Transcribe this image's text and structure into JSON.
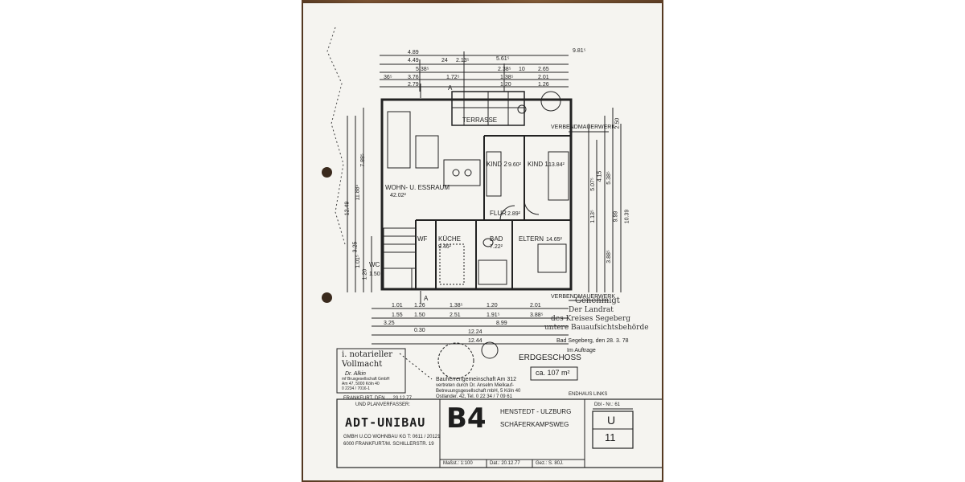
{
  "top_dims": {
    "overall_right": "9.81⁵",
    "row1": [
      "4.89",
      "5.61⁵"
    ],
    "row2": [
      "4.49",
      "24",
      "2.13⁵"
    ],
    "row3": [
      "5.38⁵",
      "2.38⁵",
      "10",
      "2.65"
    ],
    "row4": [
      "36⁵",
      "3.76",
      "1.72⁵",
      "1.38⁵",
      "2.01"
    ],
    "row5": [
      "2.79",
      "1.20",
      "1.26"
    ]
  },
  "rooms": {
    "terrasse": "TERRASSE",
    "wohn": "WOHN- U. ESSRAUM",
    "wohn_area": "42.02²",
    "kind2": "KIND 2",
    "kind2_area": "9.60²",
    "kind1": "KIND 1",
    "kind1_area": "13.84²",
    "flur": "FLUR",
    "flur_area": "2.89²",
    "wf": "WF",
    "kueche": "KÜCHE",
    "kueche_area": "9.46²",
    "bad": "BAD",
    "bad_area": "7.22²",
    "eltern": "ELTERN",
    "eltern_area": "14.65²",
    "wc": "WC"
  },
  "wall_notes": {
    "top": "VERBENDMAUERWERK",
    "bottom": "VERBENDMAUERWERK"
  },
  "section_marks": [
    "A",
    "A"
  ],
  "left_dims": [
    "7.88⁵",
    "11.88⁵",
    "12.49",
    "1.01⁵",
    "1.20",
    "3.25",
    "1.50"
  ],
  "right_dims": [
    "2.50",
    "5.07⁵",
    "4.15",
    "5.38⁵",
    "9.99",
    "10.39",
    "1.13⁵",
    "3.88⁵"
  ],
  "bottom_dims": {
    "row1": [
      "1.01",
      "1.26",
      "1.38⁵",
      "1.20",
      "2.01"
    ],
    "row2": [
      "1.55",
      "1.50",
      "2.51",
      "1.91⁵",
      "3.88⁵"
    ],
    "row3": [
      "3.25",
      "8.99"
    ],
    "row4": "12.24",
    "row5": "12.44",
    "minus": "0.30"
  },
  "approval": {
    "line1": "Genehmigt",
    "line2": "Der Landrat",
    "line3": "des Kreises Segeberg",
    "line4": "untere Bauaufsichtsbehörde",
    "line5": "Bad Segeberg, den 28. 3. 78",
    "line6": "Im Auftrage"
  },
  "floor": {
    "name": "ERDGESCHOSS",
    "area": "ca. 107 m²"
  },
  "builder_block": {
    "line1": "Bauherrengemeinschaft Am 312",
    "line2": "vertreten durch Dr. Anselm Mielkauf-",
    "line3": "Betreuungsgesellschaft mbH, 5 Köln 40",
    "line4": "Ostlander. 42, Tel. 0 22 34 / 7 09 61"
  },
  "endhaus": "ENDHAUS  LINKS",
  "notary": {
    "line1": "i. notarieller",
    "line2": "Vollmacht",
    "line3": "Dr. Alkin",
    "line4": "mf Bruxgesellschaft GmbH",
    "line5": "Am 47, 5000 Köln 40",
    "line6": "0 2234 / 7016-1"
  },
  "city_date": "FRANKFURT, DEN .... 20.12.77",
  "signer": "UND PLANVERFASSER:",
  "company": {
    "name": "ADT-UNIBAU",
    "line1": "GMBH U.CO WOHNBAU KG T: 0611 / 20121",
    "line2": "6000 FRANKFURT/M. SCHILLERSTR. 19"
  },
  "title_block": {
    "type": "B4",
    "place": "HENSTEDT - ULZBURG",
    "street": "SCHÄFERKAMPSWEG",
    "scale": "Maßst.: 1:100",
    "dat": "Dat.: 20.12.77",
    "gez": "Gez.: S. 80J.",
    "blatt_label": "Dbl - Nr.: 61",
    "u": "U",
    "num": "11"
  },
  "colors": {
    "paper": "#f5f4f0",
    "ink": "#1e1e1e",
    "wood": "#6a4429"
  }
}
